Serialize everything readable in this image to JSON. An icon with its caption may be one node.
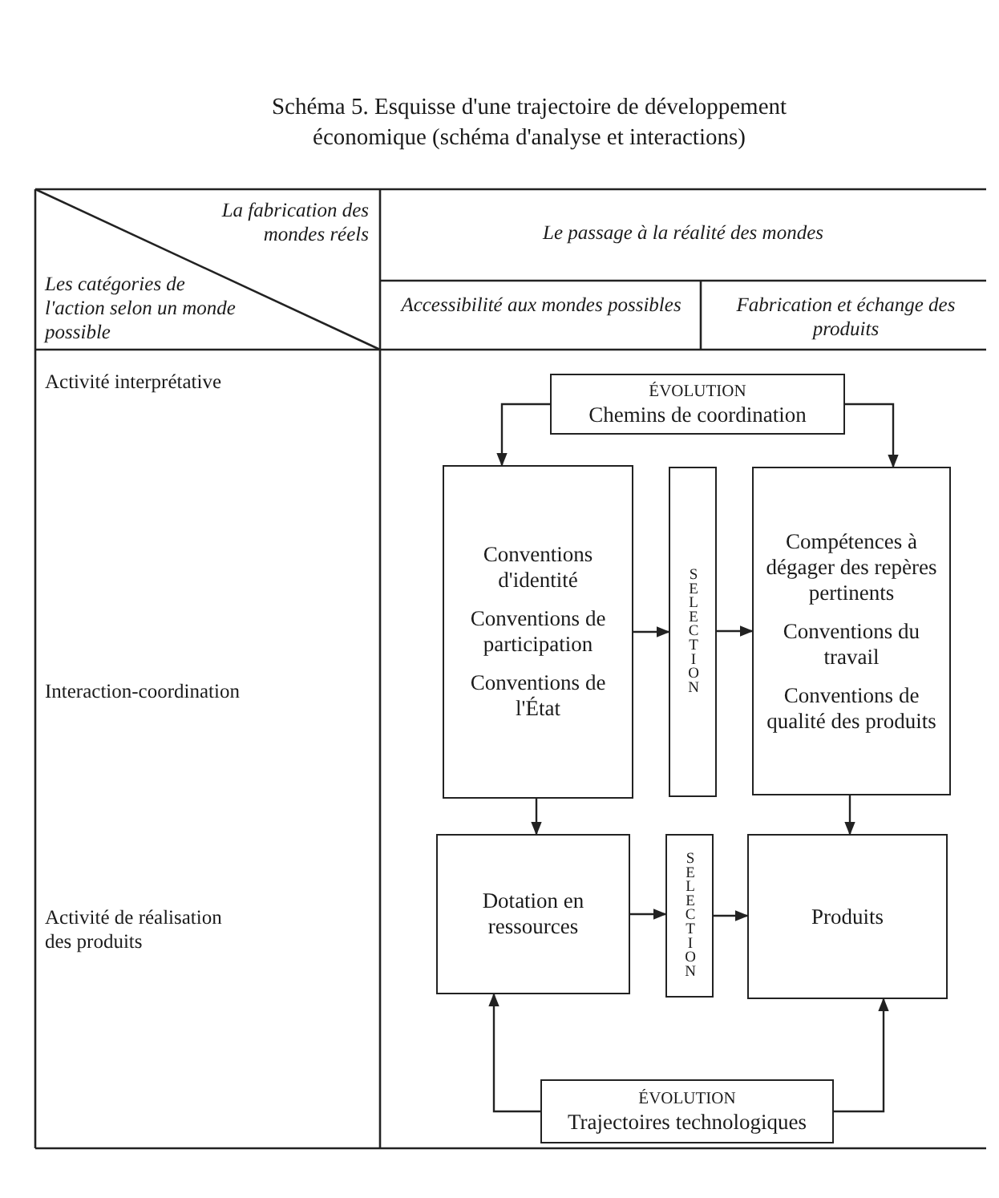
{
  "diagram": {
    "title": "Schéma 5. Esquisse d'une trajectoire de développement économique (schéma d'analyse et interactions)",
    "nodes": [
      {
        "text": [
          "ÉVOLUTION",
          "Chemins de coordination"
        ]
      },
      {
        "text": [
          "Conventions d'identité",
          "Conventions de participation",
          "Conventions de l'État"
        ]
      },
      {
        "text": [
          "SELECTION"
        ]
      },
      {
        "text": [
          "Compétences à dégager des repères pertinents",
          "Conventions du travail",
          "Conventions de qualité des produits"
        ]
      },
      {
        "text": [
          "Dotation en ressources"
        ]
      },
      {
        "text": [
          "SELECTION"
        ]
      },
      {
        "text": [
          "Produits"
        ]
      },
      {
        "text": [
          "ÉVOLUTION",
          "Trajectoires technologiques"
        ]
      }
    ],
    "edges": [
      {
        "from": 0,
        "to": 1,
        "arrow": "to"
      },
      {
        "from": 0,
        "to": 3,
        "arrow": "to"
      },
      {
        "from": 1,
        "to": 2,
        "arrow": "to"
      },
      {
        "from": 2,
        "to": 3,
        "arrow": "to"
      },
      {
        "from": 1,
        "to": 4,
        "arrow": "to"
      },
      {
        "from": 3,
        "to": 6,
        "arrow": "to"
      },
      {
        "from": 4,
        "to": 5,
        "arrow": "to"
      },
      {
        "from": 5,
        "to": 6,
        "arrow": "to"
      },
      {
        "from": 7,
        "to": 4,
        "arrow": "to"
      },
      {
        "from": 7,
        "to": 6,
        "arrow": "to"
      }
    ],
    "labels": [
      "La fabrication des mondes réels",
      "Le passage à la réalité des mondes",
      "Les catégories de l'action selon un monde possible",
      "Accessibilité aux mondes possibles",
      "Fabrication et échange des produits",
      "Activité interprétative",
      "Interaction-coordination",
      "Activité de réalisation des produits"
    ]
  }
}
